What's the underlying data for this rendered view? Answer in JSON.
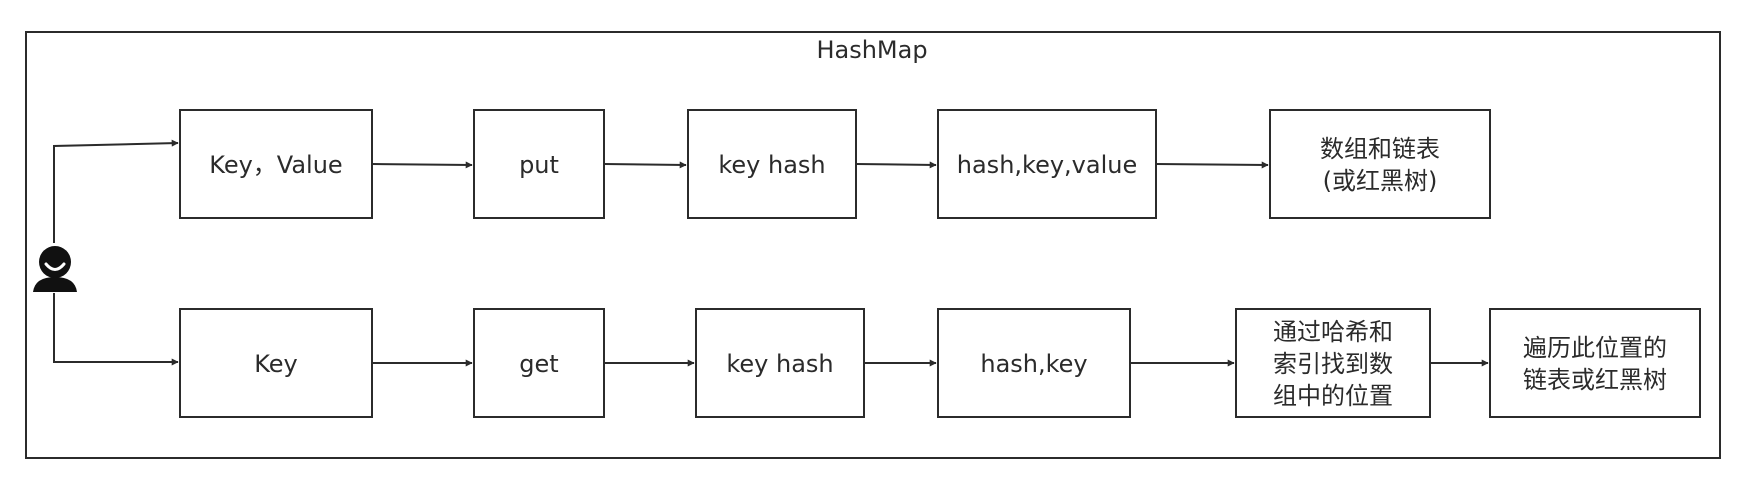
{
  "title": "HashMap",
  "colors": {
    "stroke": "#2b2b2b",
    "background": "#ffffff",
    "text": "#2b2b2b"
  },
  "actor": {
    "icon": "user-icon"
  },
  "put_flow": {
    "nodes": [
      {
        "id": "put-input",
        "lines": [
          "Key，Value"
        ]
      },
      {
        "id": "put-op",
        "lines": [
          "put"
        ]
      },
      {
        "id": "put-keyhash",
        "lines": [
          "key hash"
        ]
      },
      {
        "id": "put-entry",
        "lines": [
          "hash,key,value"
        ]
      },
      {
        "id": "put-storage",
        "lines": [
          "数组和链表",
          "(或红黑树)"
        ]
      }
    ]
  },
  "get_flow": {
    "nodes": [
      {
        "id": "get-input",
        "lines": [
          "Key"
        ]
      },
      {
        "id": "get-op",
        "lines": [
          "get"
        ]
      },
      {
        "id": "get-keyhash",
        "lines": [
          "key hash"
        ]
      },
      {
        "id": "get-entry",
        "lines": [
          "hash,key"
        ]
      },
      {
        "id": "get-locate",
        "lines": [
          "通过哈希和",
          "索引找到数",
          "组中的位置"
        ]
      },
      {
        "id": "get-traverse",
        "lines": [
          "遍历此位置的",
          "链表或红黑树"
        ]
      }
    ]
  }
}
